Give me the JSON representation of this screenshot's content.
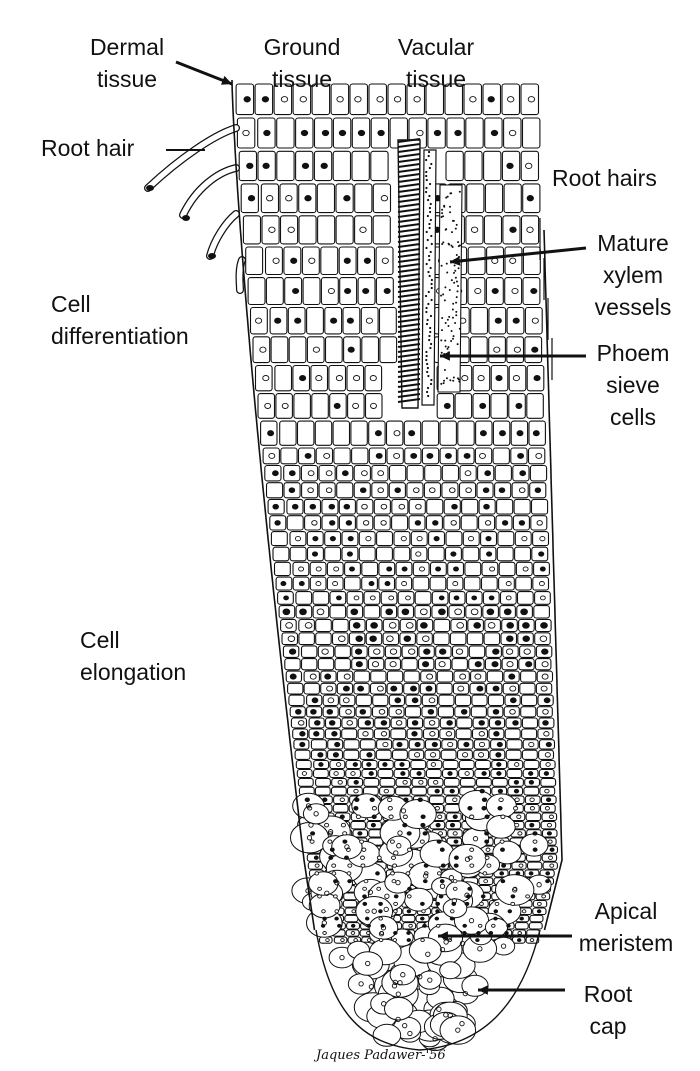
{
  "labels": {
    "dermal_tissue": [
      "Dermal",
      "tissue"
    ],
    "ground_tissue": [
      "Ground",
      "tissue"
    ],
    "vascular_tissue": [
      "Vacular",
      "tissue"
    ],
    "root_hair": "Root hair",
    "root_hairs": "Root hairs",
    "mature_xylem": [
      "Mature",
      "xylem",
      "vessels"
    ],
    "phloem_sieve": [
      "Phoem",
      "sieve",
      "cells"
    ],
    "cell_differentiation": [
      "Cell",
      "differentiation"
    ],
    "cell_elongation": [
      "Cell",
      "elongation"
    ],
    "apical_meristem": [
      "Apical",
      "meristem"
    ],
    "root_cap": [
      "Root",
      "cap"
    ]
  },
  "signature": "Jaques Padawer-'56",
  "colors": {
    "ink": "#111111",
    "background": "#ffffff"
  }
}
